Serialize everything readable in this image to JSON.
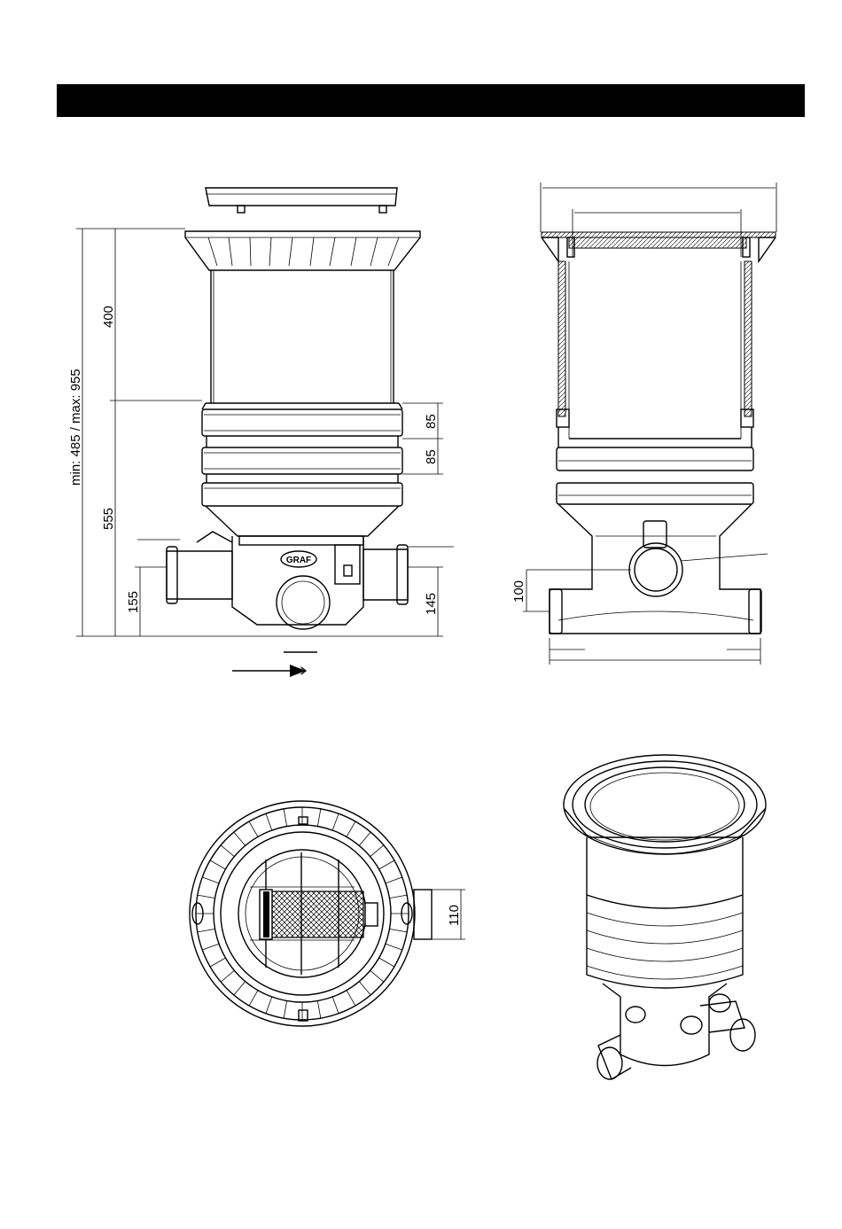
{
  "header": {
    "title": ""
  },
  "dimensions": {
    "total_height": "min: 485 / max: 955",
    "upper_section": "400",
    "lower_section": "555",
    "ring_1": "85",
    "ring_2": "85",
    "inlet_height": "155",
    "outlet_height": "145",
    "side_pipe_height": "100",
    "pipe_diameter": "110"
  },
  "brand": {
    "logo_text": "GRAF"
  }
}
